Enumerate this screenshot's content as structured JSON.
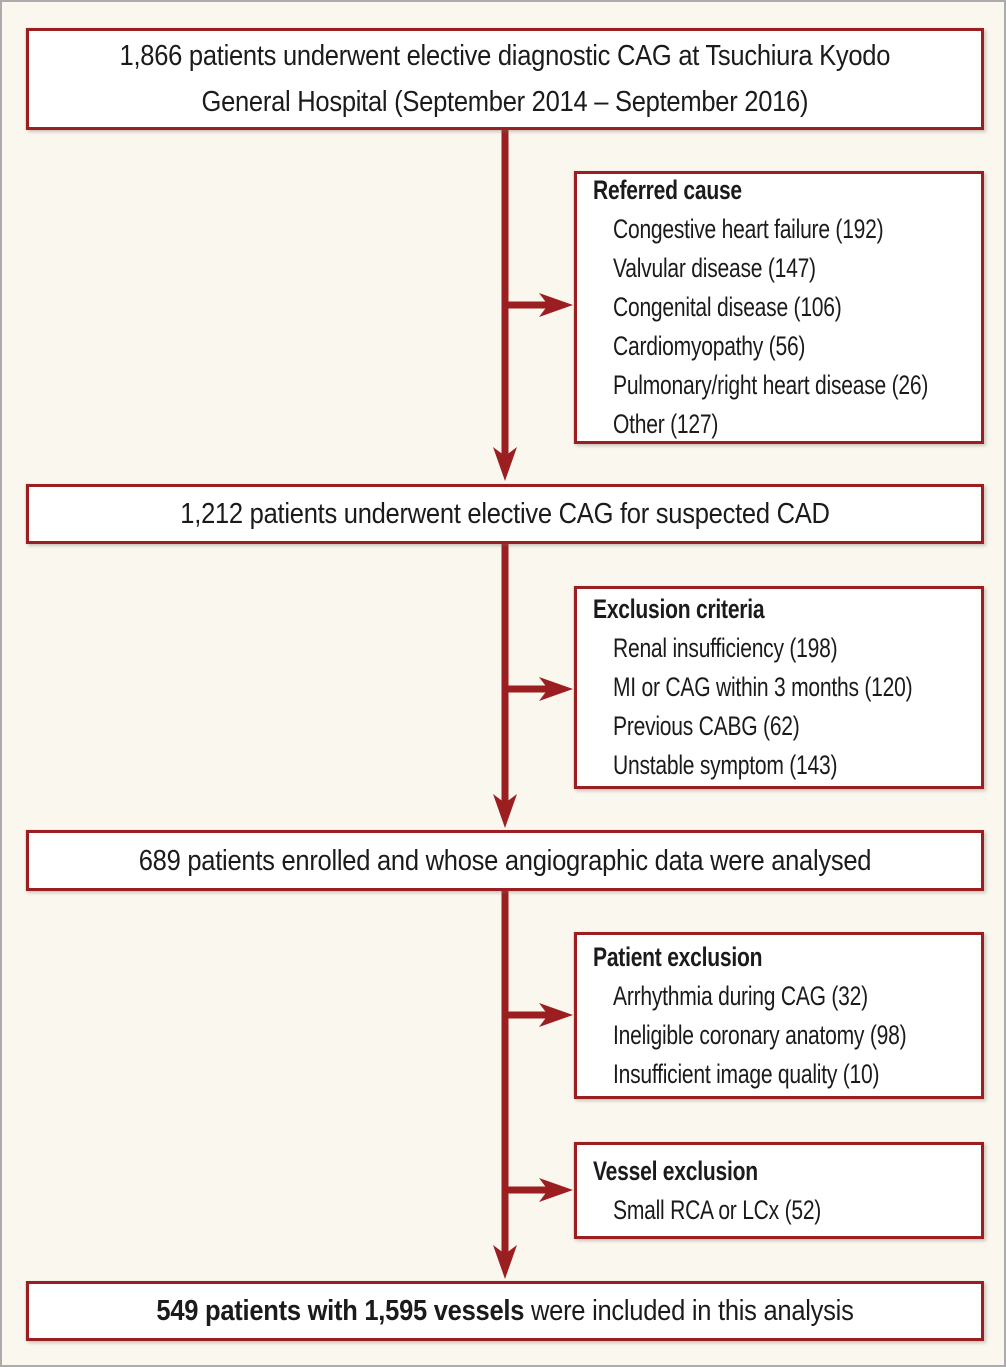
{
  "colors": {
    "accent_red": "#9B1E20",
    "page_background": "#FAF7EE",
    "box_background": "#FFFFFF",
    "text": "#1B1B1B",
    "outer_frame_gray": "#ABABAB"
  },
  "flow": {
    "initial_box": {
      "line1": "1,866 patients underwent elective diagnostic CAG at Tsuchiura Kyodo",
      "line2": "General Hospital (September 2014 – September 2016)"
    },
    "referred_cause_box": {
      "title": "Referred cause",
      "items": [
        "Congestive heart failure (192)",
        "Valvular disease (147)",
        "Congenital disease (106)",
        "Cardiomyopathy (56)",
        "Pulmonary/right heart disease (26)",
        "Other (127)"
      ]
    },
    "suspected_cad_box": {
      "text": "1,212 patients underwent elective CAG for suspected CAD"
    },
    "exclusion_criteria_box": {
      "title": "Exclusion criteria",
      "items": [
        "Renal insufficiency (198)",
        "MI or CAG within 3 months (120)",
        "Previous CABG (62)",
        "Unstable symptom (143)"
      ]
    },
    "enrolled_box": {
      "text": "689 patients enrolled and whose angiographic data were analysed"
    },
    "patient_exclusion_box": {
      "title": "Patient exclusion",
      "items": [
        "Arrhythmia during CAG (32)",
        "Ineligible coronary anatomy (98)",
        "Insufficient image quality (10)"
      ]
    },
    "vessel_exclusion_box": {
      "title": "Vessel exclusion",
      "items": [
        "Small RCA or LCx (52)"
      ]
    },
    "final_box": {
      "bold_text": "549 patients with 1,595 vessels",
      "regular_text": " were included in this analysis"
    }
  }
}
